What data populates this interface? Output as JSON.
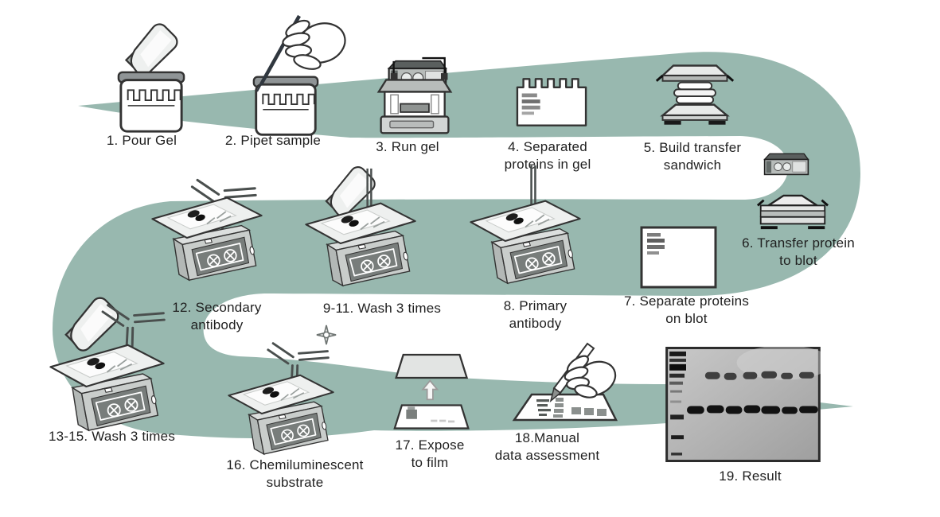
{
  "colors": {
    "ribbon": "#98b8af",
    "background": "#ffffff"
  },
  "steps": [
    {
      "id": "step-1",
      "label": "1. Pour Gel",
      "icons": [
        "pour-bottle-icon",
        "gel-cassette-icon"
      ]
    },
    {
      "id": "step-2",
      "label": "2. Pipet sample",
      "icons": [
        "gloved-hand-pipette-icon",
        "gel-cassette-icon"
      ]
    },
    {
      "id": "step-3",
      "label": "3. Run gel",
      "icons": [
        "power-supply-icon",
        "electrophoresis-tank-icon"
      ]
    },
    {
      "id": "step-4",
      "label": "4. Separated\nproteins in gel",
      "icons": [
        "gel-with-bands-icon"
      ]
    },
    {
      "id": "step-5",
      "label": "5. Build transfer\nsandwich",
      "icons": [
        "transfer-sandwich-icon"
      ]
    },
    {
      "id": "step-6",
      "label": "6. Transfer protein\nto blot",
      "icons": [
        "power-supply-icon",
        "transfer-cell-icon"
      ]
    },
    {
      "id": "step-7",
      "label": "7. Separate proteins\non blot",
      "icons": [
        "blot-membrane-icon"
      ]
    },
    {
      "id": "step-8",
      "label": "8. Primary\nantibody",
      "icons": [
        "antibody-stem-icon",
        "rocker-shaker-icon"
      ]
    },
    {
      "id": "step-9-11",
      "label": "9-11. Wash 3 times",
      "icons": [
        "pour-bottle-icon",
        "antibody-stem-icon",
        "rocker-shaker-icon"
      ]
    },
    {
      "id": "step-12",
      "label": "12. Secondary\nantibody",
      "icons": [
        "antibody-icon",
        "rocker-shaker-icon"
      ]
    },
    {
      "id": "step-13-15",
      "label": "13-15. Wash 3 times",
      "icons": [
        "pour-bottle-icon",
        "antibody-icon",
        "rocker-shaker-icon"
      ]
    },
    {
      "id": "step-16",
      "label": "16. Chemiluminescent\nsubstrate",
      "icons": [
        "antibody-icon",
        "sparkle-icon",
        "rocker-shaker-icon"
      ]
    },
    {
      "id": "step-17",
      "label": "17. Expose\nto film",
      "icons": [
        "film-icon",
        "up-arrow-icon",
        "blot-membrane-icon"
      ]
    },
    {
      "id": "step-18",
      "label": "18.Manual\ndata assessment",
      "icons": [
        "gloved-hand-pen-icon",
        "blot-card-icon"
      ]
    },
    {
      "id": "step-19",
      "label": "19. Result",
      "icons": [
        "western-blot-result-image"
      ]
    }
  ]
}
